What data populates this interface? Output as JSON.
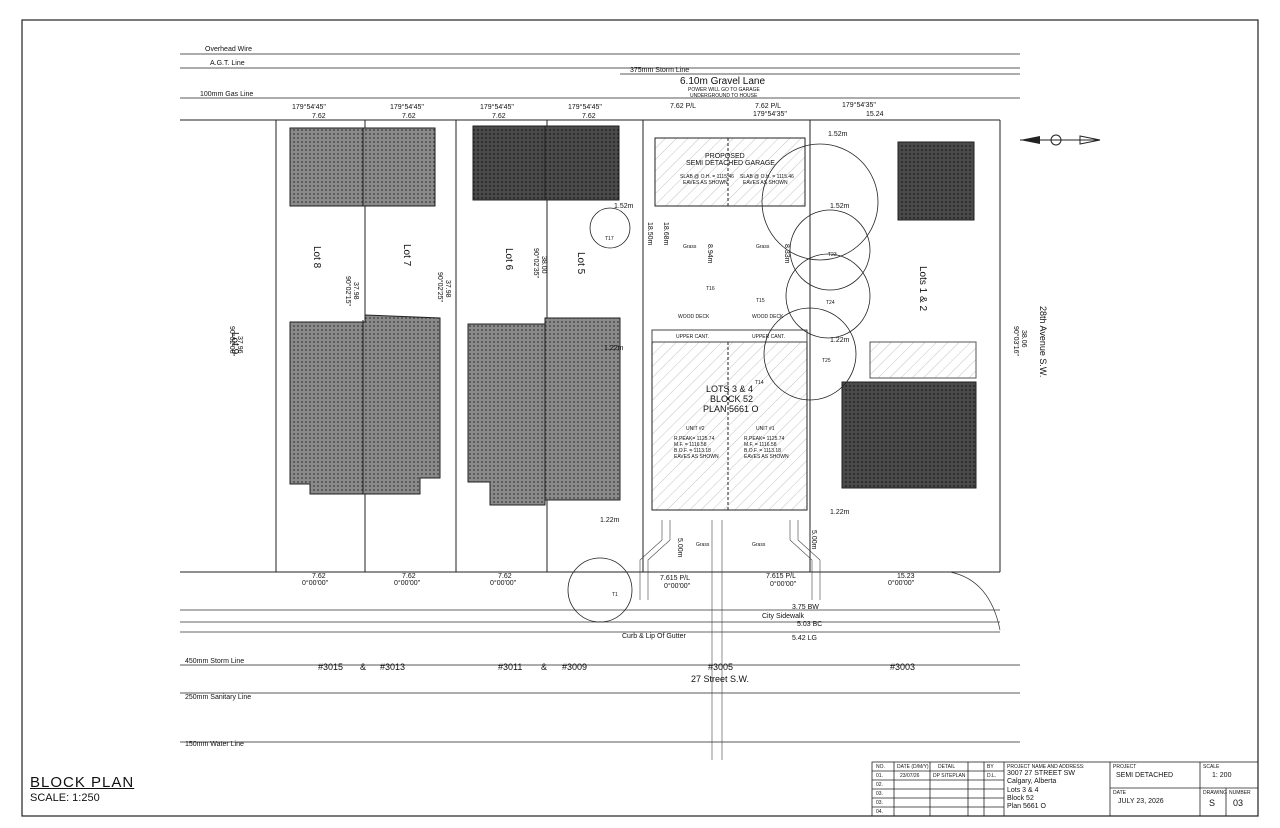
{
  "utilities": {
    "overhead_wire": "Overhead Wire",
    "agt_line": "A.G.T. Line",
    "gas_line": "100mm Gas Line",
    "storm_top": "375mm Storm Line",
    "storm_bottom": "450mm Storm Line",
    "sanitary": "250mm Sanitary Line",
    "water": "150mm Water Line"
  },
  "lane": {
    "name": "6.10m Gravel Lane",
    "note1": "POWER WILL GO TO GARAGE",
    "note2": "UNDERGROUND TO HOUSE"
  },
  "streets": {
    "south": "27 Street S.W.",
    "east": "28th Avenue S.W."
  },
  "addresses": {
    "a3015": "#3015",
    "amp1": "&",
    "a3013": "#3013",
    "a3011": "#3011",
    "amp2": "&",
    "a3009": "#3009",
    "a3005": "#3005",
    "a3003": "#3003"
  },
  "lots": {
    "lot9": "Lot 9",
    "lot8": "Lot 8",
    "lot7": "Lot 7",
    "lot6": "Lot 6",
    "lot5": "Lot 5",
    "lots12": "Lots 1 & 2"
  },
  "subject": {
    "lots": "LOTS 3 & 4",
    "block": "BLOCK 52",
    "plan": "PLAN 5661 O",
    "unit2": "UNIT #2",
    "unit1": "UNIT #1",
    "unit2_peak": "R.PEAK= 1125.74",
    "unit2_mf": "M.F. = 1116.58",
    "unit2_bof": "B.O.F. = 1113.18",
    "unit2_eaves": "EAVES AS SHOWN",
    "unit1_peak": "R.PEAK= 1125.74",
    "unit1_mf": "M.F. = 1116.58",
    "unit1_bof": "B.O.F. = 1113.18",
    "unit1_eaves": "EAVES AS SHOWN",
    "garage1": "PROPOSED",
    "garage2": "SEMI DETACHED GARAGE",
    "garage_slab_a": "SLAB @ O.H. = 1115.46",
    "garage_slab_b": "SLAB @ O.H. = 1115.46",
    "eaves_a": "EAVES AS SHOWN",
    "eaves_b": "EAVES AS SHOWN",
    "grass_a": "Grass",
    "grass_b": "Grass",
    "grass_c": "Grass",
    "grass_d": "Grass",
    "wood_deck_a": "WOOD DECK",
    "wood_deck_b": "WOOD DECK",
    "upper_cant_a": "UPPER CANT.",
    "upper_cant_b": "UPPER CANT."
  },
  "dimensions": {
    "top_b1": "179°54'45\"",
    "top_b2": "179°54'45\"",
    "top_b3": "179°54'45\"",
    "top_b4": "179°54'45\"",
    "top_b5": "179°54'35\"",
    "top_b6": "179°54'35\"",
    "top_d1": "7.62",
    "top_d2": "7.62",
    "top_d3": "7.62",
    "top_d4": "7.62",
    "top_d5": "15.24",
    "pl_a": "7.62 P/L",
    "pl_b": "7.62 P/L",
    "bot_d1": "7.62",
    "bot_d2": "7.62",
    "bot_d3": "7.62",
    "bot_d4": "15.23",
    "bot_b1": "0°00'00\"",
    "bot_b2": "0°00'00\"",
    "bot_b3": "0°00'00\"",
    "bot_b4": "0°00'00\"",
    "bot_pl_a": "7.615 P/L",
    "bot_pl_b": "7.615 P/L",
    "bot_pl_ba": "0°00'00\"",
    "bot_pl_bb": "0°00'00\"",
    "side_lot9a": "37.96",
    "side_lot9b": "90°02'00\"",
    "side_lot7a": "37.98",
    "side_lot7b": "90°02'15\"",
    "side_lot6a": "37.98",
    "side_lot6b": "90°02'25\"",
    "side_lot5a": "38.00",
    "side_lot5b": "90°02'35\"",
    "side_east_a": "38.06",
    "side_east_b": "90°03'16\"",
    "set_152a": "1.52m",
    "set_152b": "1.52m",
    "set_152c": "1.52m",
    "set_122a": "1.22m",
    "set_122b": "1.22m",
    "set_122c": "1.22m",
    "set_122d": "1.22m",
    "set_500a": "5.00m",
    "set_500b": "5.00m",
    "d_1868": "18.68m",
    "d_1850": "18.50m",
    "d_894": "8.94m",
    "d_833": "8.33m",
    "curb": "Curb & Lip Of Gutter",
    "city_sidewalk": "City Sidewalk",
    "sw_375": "3.75 BW",
    "sw_503": "5.03 BC",
    "sw_542": "5.42 LG"
  },
  "trees": {
    "t1": "T1",
    "t17": "T17",
    "t23": "T23",
    "t24": "T24",
    "t25": "T25",
    "t14": "T14",
    "t16": "T16",
    "t15": "T15"
  },
  "scale_block": {
    "title": "BLOCK  PLAN",
    "scale": "SCALE: 1:250"
  },
  "title_block": {
    "h_no": "NO.",
    "h_date": "DATE (D/M/Y)",
    "h_detail": "DETAIL",
    "h_by": "BY",
    "r1_no": "01.",
    "r1_date": "23/07/26",
    "r1_detail": "DP SITEPLAN",
    "r1_by": "D.L.",
    "r2_no": "02.",
    "r3_no": "03.",
    "r4_no": "03.",
    "r5_no": "04.",
    "proj_head": "PROJECT NAME AND ADDRESS:",
    "proj_addr1": "3007 27 STREET SW",
    "proj_addr2": "Calgary, Alberta",
    "proj_lots": "Lots 3 & 4",
    "proj_block": "Block 52",
    "proj_plan": "Plan 5661 O",
    "type_head": "PROJECT",
    "type_value": "SEMI DETACHED",
    "scale_head": "SCALE",
    "scale_value": "1: 200",
    "date_head": "DATE",
    "date_value": "JULY 23, 2026",
    "drawing_head": "DRAWING",
    "drawing_value": "S",
    "number_head": "NUMBER",
    "number_value": "03"
  }
}
